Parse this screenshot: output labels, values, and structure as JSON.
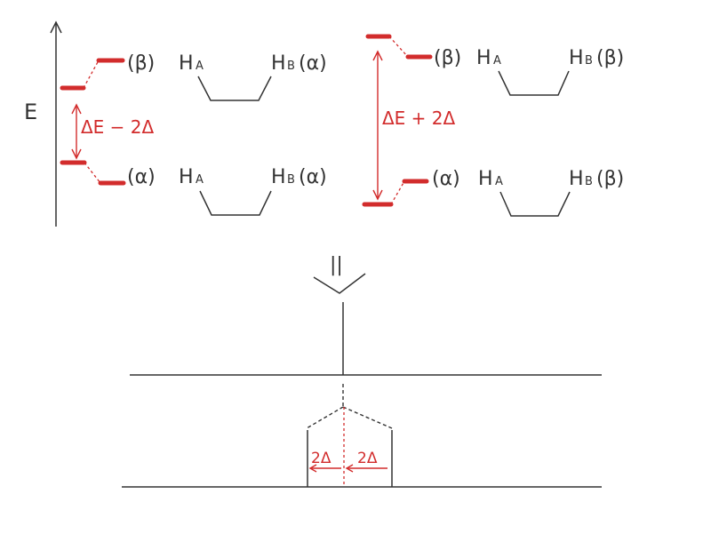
{
  "colors": {
    "ink": "#333333",
    "accent": "#d22c2c",
    "background": "#ffffff"
  },
  "axis_label": "E",
  "left_panel": {
    "upper_state": {
      "spin": "(β)",
      "ha": "H",
      "ha_sub": "A",
      "hb": "H",
      "hb_sub": "B",
      "hb_spin": "(α)"
    },
    "lower_state": {
      "spin": "(α)",
      "ha": "H",
      "ha_sub": "A",
      "hb": "H",
      "hb_sub": "B",
      "hb_spin": "(α)"
    },
    "gap_label": "ΔE − 2Δ"
  },
  "right_panel": {
    "upper_state": {
      "spin": "(β)",
      "ha": "H",
      "ha_sub": "A",
      "hb": "H",
      "hb_sub": "B",
      "hb_spin": "(β)"
    },
    "lower_state": {
      "spin": "(α)",
      "ha": "H",
      "ha_sub": "A",
      "hb": "H",
      "hb_sub": "B",
      "hb_spin": "(β)"
    },
    "gap_label": "ΔE + 2Δ"
  },
  "arrow_symbol": "||",
  "spectrum": {
    "left_split_label": "2Δ",
    "right_split_label": "2Δ"
  }
}
